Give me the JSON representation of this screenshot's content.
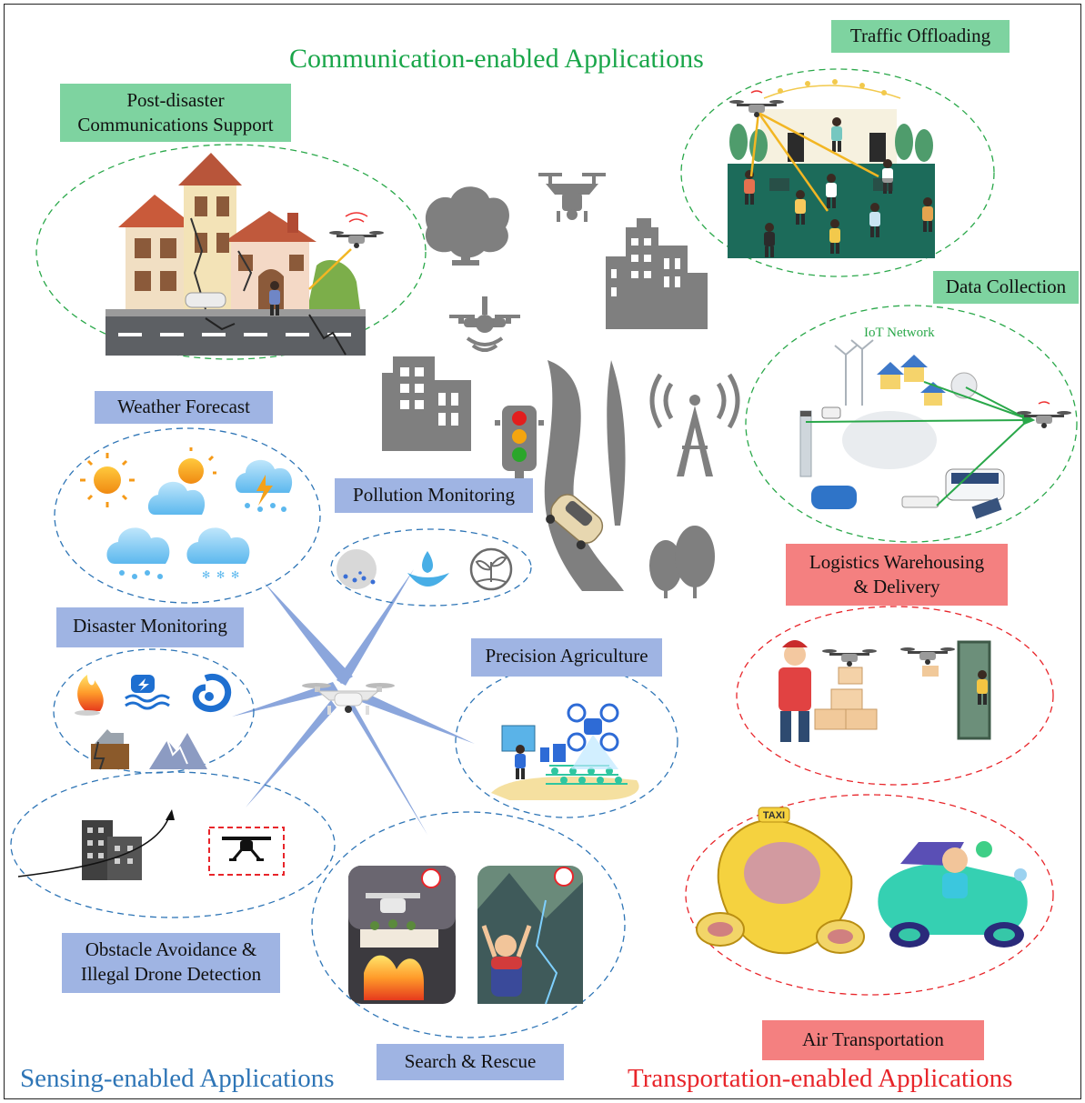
{
  "categories": {
    "communication": "Communication-enabled Applications",
    "sensing": "Sensing-enabled Applications",
    "transportation": "Transportation-enabled Applications"
  },
  "labels": {
    "post_disaster": [
      "Post-disaster",
      "Communications Support"
    ],
    "traffic_offloading": "Traffic Offloading",
    "data_collection": "Data Collection",
    "iot_network": "IoT Network",
    "logistics": [
      "Logistics Warehousing",
      "& Delivery"
    ],
    "air_transportation": "Air Transportation",
    "weather_forecast": "Weather Forecast",
    "pollution_monitoring": "Pollution Monitoring",
    "disaster_monitoring": "Disaster Monitoring",
    "precision_agriculture": "Precision Agriculture",
    "obstacle_avoidance": [
      "Obstacle Avoidance &",
      "Illegal Drone Detection"
    ],
    "search_rescue": "Search & Rescue"
  },
  "badges": {
    "taxi": "TAXI"
  },
  "colors": {
    "communication": "#1aa64a",
    "sensing": "#2e75b6",
    "transportation": "#e8252a",
    "label_green": "#7ed3a0",
    "label_blue": "#9fb4e3",
    "label_red": "#f48080",
    "spoke": "#8ba6dc",
    "icon_gray": "#7f7f7f"
  }
}
